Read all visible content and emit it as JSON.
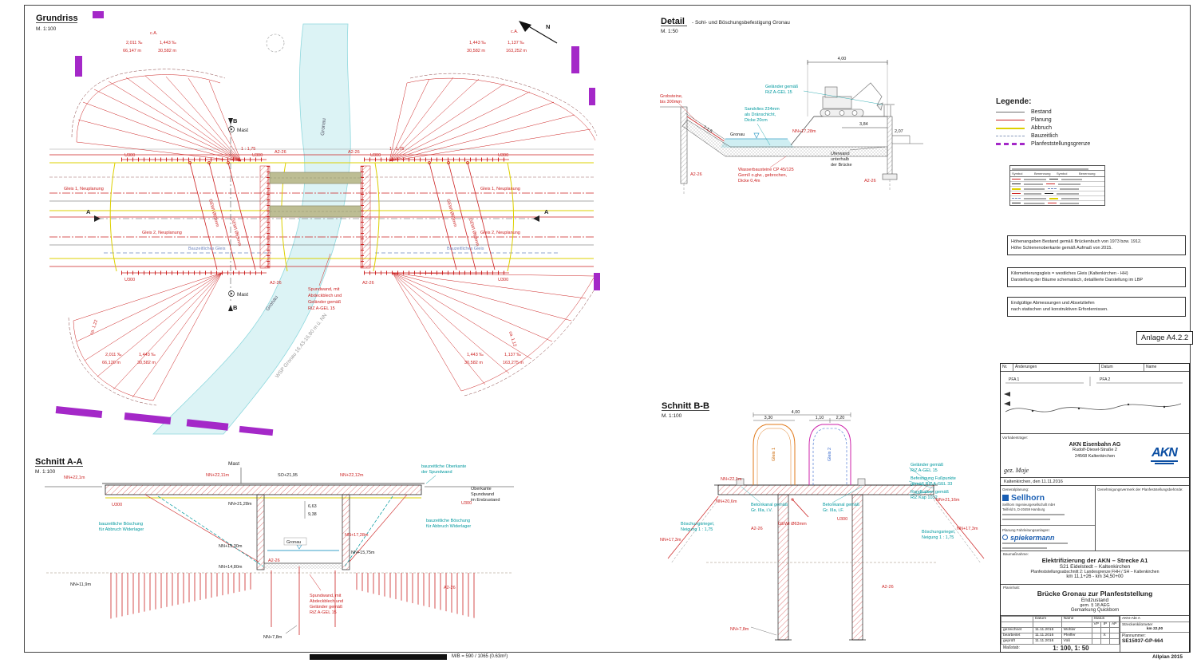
{
  "sheet": {
    "anlage": "Anlage A4.2.2",
    "allplan": "Allplan 2015",
    "format_info": "M/B = 590 / 1065 (0.63m²)"
  },
  "colors": {
    "planung_red": "#cc2222",
    "abbruch_yellow": "#ddd000",
    "bauzeitlich_blue": "#6f86c0",
    "grenze_purple": "#a428c8",
    "bestand_gray": "#707070",
    "river_fill": "#dcf3f5"
  },
  "grundriss": {
    "title": "Grundriss",
    "scale": "M. 1:100",
    "labels": {
      "gronau": "Gronau",
      "wsp": "WSP Gronau 16,43-16,80 m ü. NN",
      "gleis1": "Gleis 1, Neuplanung",
      "gleis2": "Gleis 2, Neuplanung",
      "bauzeitlich_gleis": "Bauzeitliches Gleis",
      "gewi": "GEWI Ø63mm",
      "u300": "U300",
      "a2_26": "A2-26",
      "slope": "1 : 1,75",
      "mast": "Mast",
      "sec_a": "A",
      "sec_b": "B",
      "north": "N",
      "spundwand": [
        "Spundwand, mit",
        "Abdeckblech und",
        "Geländer gemäß",
        "RiZ A-GEL 15"
      ]
    },
    "dims": {
      "tl": [
        "c.A.",
        "2,011 ‰",
        "1,443 ‰",
        "66,147 m",
        "30,582 m"
      ],
      "tr": [
        "c.A.",
        "1,443 ‰",
        "1,137 ‰",
        "30,582 m",
        "163,252 m"
      ],
      "bl": [
        "2,011 ‰",
        "1,443 ‰",
        "66,120 m",
        "30,582 m",
        "ca. 1,22"
      ],
      "br": [
        "1,443 ‰",
        "1,137 ‰",
        "30,582 m",
        "163,275 m",
        "ca. 1,12"
      ]
    }
  },
  "detail": {
    "title": "Detail",
    "subtitle": "-  Sohl- und Böschungsbefestigung Gronau",
    "scale": "M. 1:50",
    "labels": {
      "gronau": "Gronau",
      "slope": "1:1,5",
      "nn17_28": "NN+17,28m",
      "a2_26": "A2-26",
      "dim_400": "4,00",
      "dim_384": "3,84",
      "dim_207": "2,07",
      "grobsteine": [
        "Grobsteine,",
        "bis 300mm"
      ],
      "sandvlies": [
        "Sandvlies 234mm",
        "als Dränschicht,",
        "Dicke 20cm"
      ],
      "wasserbausteine": [
        "Wasserbausteine CP 45/125",
        "GemII o.glw., gebrochen,",
        "Dicke 0,4m"
      ],
      "gelaender": [
        "Geländer gemäß",
        "RiZ A-GEL 15"
      ],
      "uferwand": [
        "Uferwand",
        "unterhalb",
        "der Brücke"
      ]
    }
  },
  "schnitt_aa": {
    "title": "Schnitt A-A",
    "scale": "M. 1:100",
    "labels": {
      "mast": "Mast",
      "nn22_1": "NN+22,1m",
      "nn22_11": "NN+22,11m",
      "nn21_28": "NN+21,28m",
      "so21_95": "SO+21,95",
      "nn22_12": "NN+22,12m",
      "nn17_28": "NN+17,28m",
      "nn15_30": "NN+15,30m",
      "nn14_80": "NN+14,80m",
      "nn15_75": "NN+15,75m",
      "nn11_9": "NN+11,9m",
      "nn7_8": "NN+7,8m",
      "dim_663": "6,63",
      "dim_938": "9,38",
      "u300": "U300",
      "a2_26": "A2-26",
      "gronau": "Gronau",
      "bauz_ok": [
        "bauzeitliche Oberkante",
        "der Spundwand"
      ],
      "ok_end": [
        "Oberkante",
        "Spundwand",
        "im Endzustand"
      ],
      "boeschung": [
        "bauzeitliche Böschung",
        "für Abbruch Widerlager"
      ],
      "spundwand": [
        "Spundwand, mit",
        "Abdeckblech und",
        "Geländer gemäß",
        "RiZ A-GEL 15"
      ]
    }
  },
  "schnitt_bb": {
    "title": "Schnitt B-B",
    "scale": "M. 1:100",
    "labels": {
      "dim_330": "3,30",
      "dim_400": "4,00",
      "dim_110": "1,10",
      "dim_220": "2,20",
      "gleis1": "Gleis 1",
      "gleis2": "Gleis 2",
      "nn22_1": "NN+22,1m",
      "nn20_6": "NN+20,6m",
      "nn21_16": "NN+21,16m",
      "nn17_3": "NN+17,3m",
      "nn7_8": "NN+7,8m",
      "gewi": "GEWI Ø63mm",
      "u300": "U300",
      "a2_26": "A2-26",
      "betonkanal_l": [
        "Betonkanal gemäß",
        "Gr. IIIa, i.V."
      ],
      "betonkanal_r": [
        "Betonkanal gemäß",
        "Gr. IIIa, i.F."
      ],
      "gelaender": [
        "Geländer gemäß",
        "RiZ A-GEL 15"
      ],
      "fusspunkte": [
        "Befestigung Fußpunkte",
        "gemäß RiZ A-GEL 33"
      ],
      "randbalken": [
        "Randbalken gemäß",
        "RiZ Kap 1032"
      ],
      "boeschung": [
        "Böschungsriegel,",
        "Neigung 1 : 1,75"
      ]
    }
  },
  "legend": {
    "title": "Legende:",
    "items": [
      {
        "label": "Bestand"
      },
      {
        "label": "Planung"
      },
      {
        "label": "Abbruch"
      },
      {
        "label": "Bauzeitlich"
      },
      {
        "label": "Planfeststellungsgrenze"
      }
    ],
    "table_header_symbol": "Symbol",
    "table_header_benennung": "Benennung"
  },
  "notes": [
    {
      "lines": [
        "Höhenangaben Bestand gemäß Brückenbuch von 1973 bzw. 1912.",
        "Höhe Schienenoberkante gemäß Aufmaß von 2015."
      ]
    },
    {
      "lines": [
        "Kilometrierungsgleis = westliches Gleis (Kaltenkirchen - HH)",
        "Darstellung der Bäume schematisch, detaillierte Darstellung im LBP"
      ]
    },
    {
      "lines": [
        "Endgültige Abmessungen und Absetztiefen",
        "nach statischen und konstruktiven Erfordernissen."
      ]
    }
  ],
  "titleblock": {
    "rev_header": {
      "nr": "Nr.",
      "aenderungen": "Änderungen",
      "datum": "Datum",
      "name": "Name"
    },
    "route": {
      "pfa1": "PFA 1",
      "pfa2": "PFA 2"
    },
    "vorhaben": {
      "label": "Vorhabenträger:",
      "gez": "gez. Moje",
      "company": "AKN Eisenbahn AG",
      "street": "Rudolf-Diesel-Straße 2",
      "city": "24568 Kaltenkirchen",
      "logo": "AKN",
      "date_line": "Kaltenkirchen, den 11.11.2016"
    },
    "planung": {
      "general_label": "Generalplanung:",
      "genehmigung_label": "Genehmigungsvermerk der Planfeststellungsbehörde:",
      "sellhorn_logo": "Sellhorn",
      "sellhorn_line1": "Sellhorn Ingenieurgesellschaft mbH",
      "sellhorn_line2": "Teilfeld 5, D-20459 Hamburg",
      "fahrleitung_label": "Planung Fahrleitungsanlagen:",
      "spiekermann_logo": "spiekermann"
    },
    "baumassnahme": {
      "label": "Baumaßnahme:",
      "line1": "Elektrifizierung der AKN – Strecke A1",
      "line2": "S21 Eidelstedt – Kaltenkirchen",
      "line3": "Planfeststellungsabschnitt 2: Landesgrenze FHH / SH – Kaltenkirchen",
      "line4": "km 11,1+26 - km 34,50+00"
    },
    "planinhalt": {
      "label": "Planinhalt:",
      "line1": "Brücke Gronau zur Planfeststellung",
      "line2": "Endzustand",
      "line3": "gem. § 18 AEG",
      "line4": "Gemarkung Quickborn"
    },
    "sign": {
      "col_datum": "Datum",
      "col_name": "Name",
      "col_status": "Status",
      "vp": "VP",
      "ip": "IP",
      "ap": "AP",
      "x": "X",
      "rows": [
        {
          "role": "gezeichnet",
          "datum": "11.11.2016",
          "name": "Wohler"
        },
        {
          "role": "bearbeitet",
          "datum": "11.11.2016",
          "name": "Pfeiffer"
        },
        {
          "role": "geprüft",
          "datum": "11.11.2016",
          "name": "Voß"
        }
      ],
      "abt": "AKN-Abt A",
      "strecken_label": "Streckenkilometer",
      "strecken_value": "km 22,00",
      "plannr_label": "Plannummer:",
      "plannr_value": "SE15937-GP-664",
      "massstab_label": "Maßstab:",
      "massstab_value": "1: 100, 1: 50"
    }
  }
}
